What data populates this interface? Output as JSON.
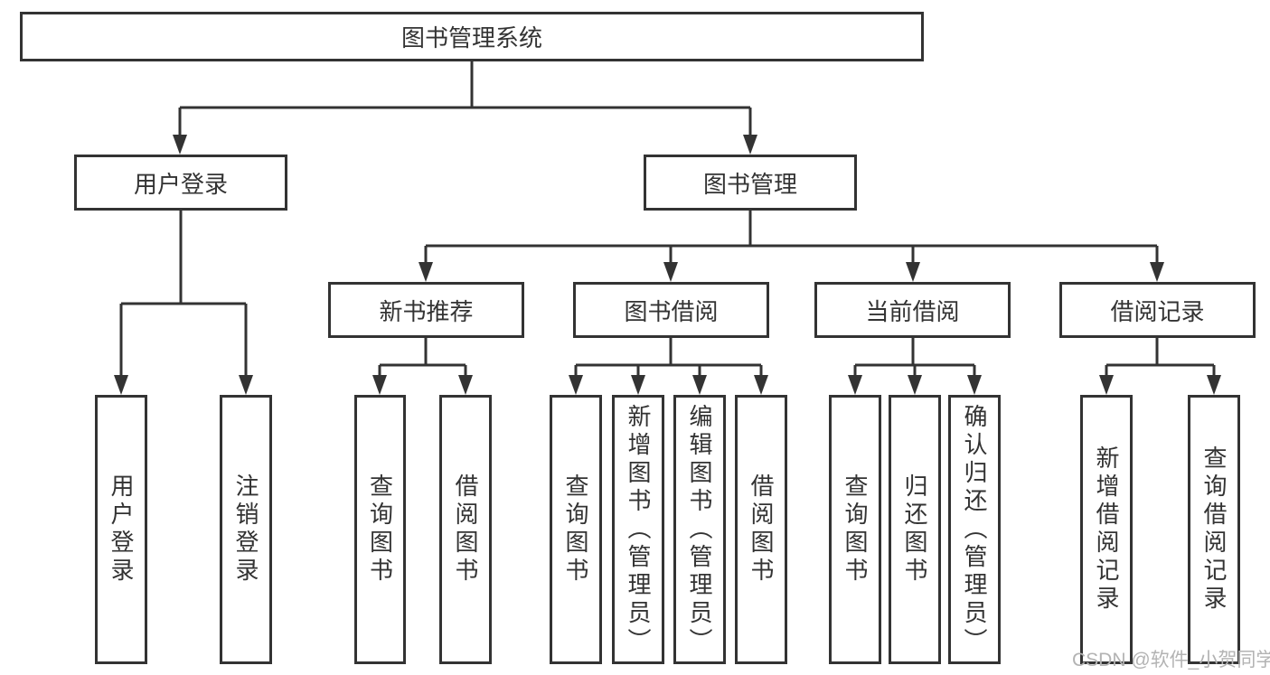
{
  "tree": {
    "label": "图书管理系统",
    "children": [
      {
        "label": "用户登录",
        "children": [
          {
            "label": "用户登录"
          },
          {
            "label": "注销登录"
          }
        ]
      },
      {
        "label": "图书管理",
        "children": [
          {
            "label": "新书推荐",
            "children": [
              {
                "label": "查询图书"
              },
              {
                "label": "借阅图书"
              }
            ]
          },
          {
            "label": "图书借阅",
            "children": [
              {
                "label": "查询图书"
              },
              {
                "label": "新增图书（管理员）"
              },
              {
                "label": "编辑图书（管理员）"
              },
              {
                "label": "借阅图书"
              }
            ]
          },
          {
            "label": "当前借阅",
            "children": [
              {
                "label": "查询图书"
              },
              {
                "label": "归还图书"
              },
              {
                "label": "确认归还（管理员）"
              }
            ]
          },
          {
            "label": "借阅记录",
            "children": [
              {
                "label": "新增借阅记录"
              },
              {
                "label": "查询借阅记录"
              }
            ]
          }
        ]
      }
    ]
  },
  "watermark": {
    "text": "CSDN @软件_小贺同学"
  },
  "colors": {
    "line": "#333333",
    "text": "#333333",
    "box_background": "#ffffff",
    "watermark": "#b3b3b3",
    "background": "#ffffff"
  }
}
